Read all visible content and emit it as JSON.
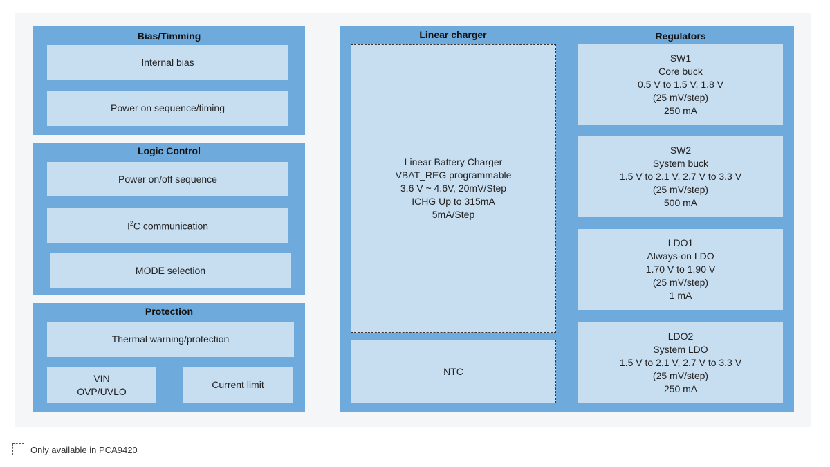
{
  "bias": {
    "title": "Bias/Timming",
    "items": [
      "Internal bias",
      "Power on sequence/timing"
    ]
  },
  "logic": {
    "title": "Logic Control",
    "items": [
      "Power on/off sequence",
      "I",
      "2",
      "C communication",
      "MODE selection"
    ]
  },
  "protection": {
    "title": "Protection",
    "thermal": "Thermal warning/protection",
    "vin": [
      "VIN",
      "OVP/UVLO"
    ],
    "current": "Current limit"
  },
  "charger": {
    "title": "Linear charger",
    "lines": [
      "Linear Battery Charger",
      "VBAT_REG programmable",
      "3.6 V ~ 4.6V, 20mV/Step",
      "ICHG Up to 315mA",
      "5mA/Step"
    ],
    "ntc": "NTC"
  },
  "regulators": {
    "title": "Regulators",
    "items": [
      {
        "lines": [
          "SW1",
          "Core buck",
          "0.5 V to 1.5 V, 1.8 V",
          "(25 mV/step)",
          "250 mA"
        ]
      },
      {
        "lines": [
          "SW2",
          "System buck",
          "1.5 V to 2.1 V, 2.7 V to 3.3 V",
          "(25 mV/step)",
          "500 mA"
        ]
      },
      {
        "lines": [
          "LDO1",
          "Always-on LDO",
          "1.70 V to 1.90 V",
          "(25 mV/step)",
          "1 mA"
        ]
      },
      {
        "lines": [
          "LDO2",
          "System LDO",
          "1.5 V to 2.1 V, 2.7 V to 3.3 V",
          "(25 mV/step)",
          "250 mA"
        ]
      }
    ]
  },
  "legend": {
    "text": "Only available in PCA9420"
  },
  "colors": {
    "background": "#f4f6f8",
    "group": "#6eaadc",
    "block": "#c7ddf0"
  }
}
